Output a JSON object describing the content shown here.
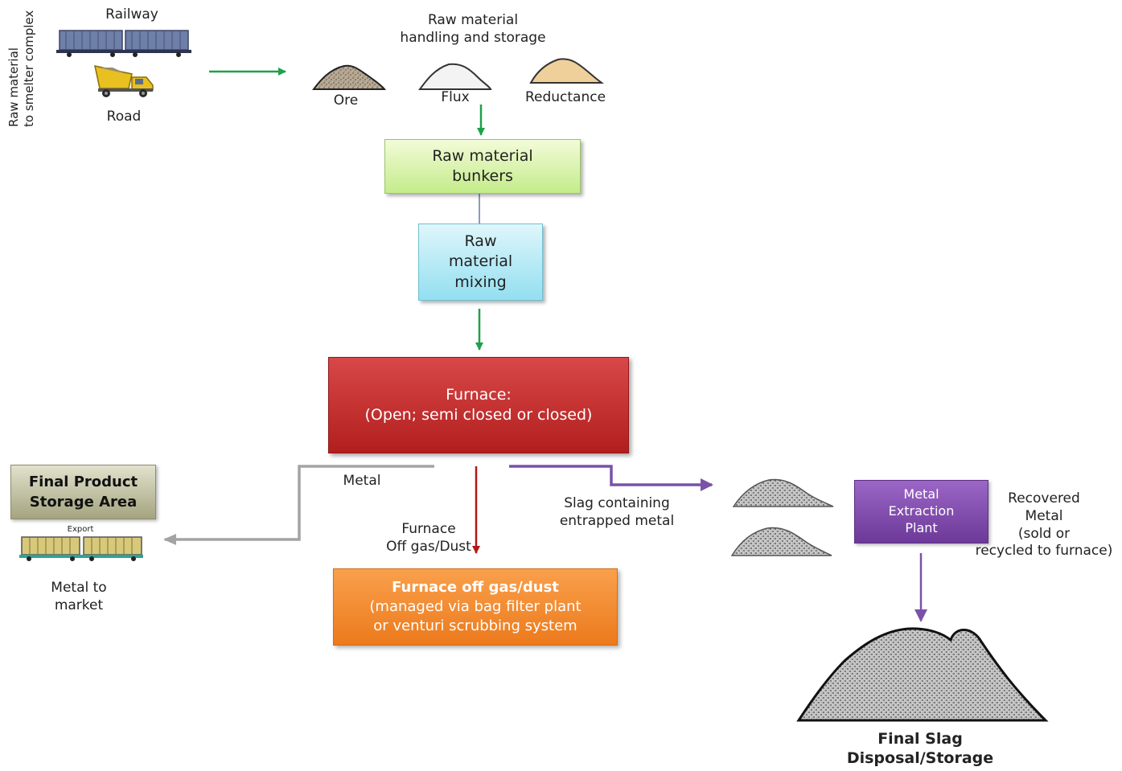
{
  "side_label": {
    "line1": "Raw material",
    "line2": "to smelter complex"
  },
  "transport": {
    "railway": "Railway",
    "road": "Road"
  },
  "raw_storage": {
    "title_line1": "Raw material",
    "title_line2": "handling and  storage",
    "ore": "Ore",
    "flux": "Flux",
    "reductance": "Reductance"
  },
  "bunkers": {
    "line1": "Raw material",
    "line2": "bunkers"
  },
  "mixing": {
    "line1": "Raw",
    "line2": "material",
    "line3": "mixing"
  },
  "furnace": {
    "line1": "Furnace:",
    "line2": "(Open; semi closed or closed)"
  },
  "storage_area": {
    "line1": "Final Product",
    "line2": "Storage Area",
    "export_tag": "Export"
  },
  "metal_market": {
    "line1": "Metal to",
    "line2": "market"
  },
  "metal_label": "Metal",
  "offgas_label": {
    "line1": "Furnace",
    "line2": "Off gas/Dust"
  },
  "offgas_box": {
    "line1": "Furnace off gas/dust",
    "line2": "(managed  via bag filter plant",
    "line3": "or venturi scrubbing system"
  },
  "slag_label": {
    "line1": "Slag containing",
    "line2": "entrapped metal"
  },
  "extraction_plant": {
    "line1": "Metal",
    "line2": "Extraction",
    "line3": "Plant"
  },
  "recovered": {
    "line1": "Recovered",
    "line2": "Metal",
    "line3": "(sold or",
    "line4": "recycled to furnace)"
  },
  "final_slag": {
    "line1": "Final Slag",
    "line2": "Disposal/Storage"
  },
  "colors": {
    "green_arrow": "#1fa04a",
    "red_arrow": "#b11818",
    "purple_arrow": "#7a52a8",
    "grey_arrow": "#a3a3a3",
    "rail_car": "#6e7fa8",
    "truck": "#e8c020"
  }
}
